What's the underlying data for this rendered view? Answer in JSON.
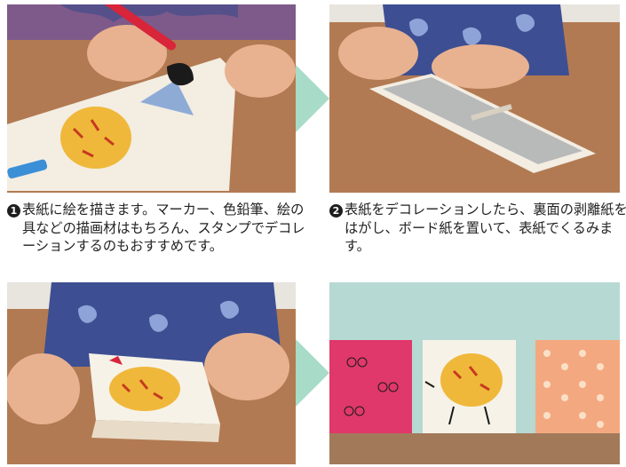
{
  "steps": [
    {
      "number": "1",
      "text": "表紙に絵を描きます。マーカー、色鉛筆、絵の具などの描画材はもちろん、スタンプでデコレーションするのもおすすめです。"
    },
    {
      "number": "2",
      "text": "表紙をデコレーションしたら、裏面の剥離紙をはがし、ボード紙を置いて、表紙でくるみます。"
    }
  ],
  "colors": {
    "arrow": "#a8dcc8",
    "table": "#b27a52",
    "wall": "#b6d9d3",
    "chick_yellow": "#f0b83a",
    "pink_book": "#e0386a",
    "orange_book": "#f4a880"
  },
  "icons": [
    "step-1-badge-icon",
    "step-2-badge-icon",
    "next-step-arrow-icon"
  ]
}
